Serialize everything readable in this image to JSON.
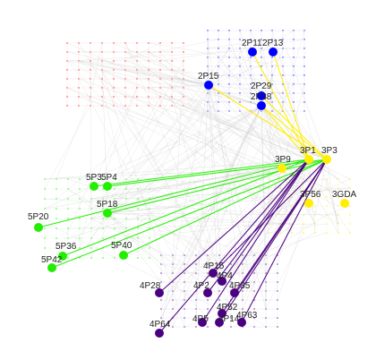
{
  "colors": {
    "background": "#ffffff",
    "red": "#ff0000",
    "blue": "#0000ff",
    "green": "#22ee00",
    "yellow": "#ffee00",
    "purple": "#4b0082",
    "gray_edge": "#cccccc"
  },
  "groups": {
    "blue": [
      "2P11",
      "2P13",
      "2P15",
      "2P29",
      "2P38"
    ],
    "yellow": [
      "3P1",
      "3P3",
      "3P9",
      "3P56",
      "3GDA"
    ],
    "green": [
      "5P3",
      "5P4",
      "5P18",
      "5P20",
      "5P36",
      "5P40",
      "5P42"
    ],
    "purple": [
      "4P15",
      "4P28",
      "4P2",
      "4P35",
      "4P4",
      "4P52",
      "4P5",
      "4P14",
      "4P63",
      "4P64"
    ]
  },
  "nodes": [
    {
      "label": "2P11",
      "group": "blue"
    },
    {
      "label": "2P13",
      "group": "blue"
    },
    {
      "label": "2P15",
      "group": "blue"
    },
    {
      "label": "2P29",
      "group": "blue"
    },
    {
      "label": "2P38",
      "group": "blue"
    },
    {
      "label": "3P1",
      "group": "yellow"
    },
    {
      "label": "3P3",
      "group": "yellow"
    },
    {
      "label": "3P9",
      "group": "yellow"
    },
    {
      "label": "3P56",
      "group": "yellow"
    },
    {
      "label": "3GDA",
      "group": "yellow"
    },
    {
      "label": "5P3",
      "group": "green"
    },
    {
      "label": "5P4",
      "group": "green"
    },
    {
      "label": "5P18",
      "group": "green"
    },
    {
      "label": "5P20",
      "group": "green"
    },
    {
      "label": "5P36",
      "group": "green"
    },
    {
      "label": "5P40",
      "group": "green"
    },
    {
      "label": "5P42",
      "group": "green"
    },
    {
      "label": "4P15",
      "group": "purple"
    },
    {
      "label": "4P28",
      "group": "purple"
    },
    {
      "label": "4P2",
      "group": "purple"
    },
    {
      "label": "4P35",
      "group": "purple"
    },
    {
      "label": "4P4",
      "group": "purple"
    },
    {
      "label": "4P52",
      "group": "purple"
    },
    {
      "label": "4P5",
      "group": "purple"
    },
    {
      "label": "4P14",
      "group": "purple"
    },
    {
      "label": "4P63",
      "group": "purple"
    },
    {
      "label": "4P64",
      "group": "purple"
    }
  ],
  "edges": [
    {
      "from": "3P1",
      "to": "2P11",
      "color": "yellow"
    },
    {
      "from": "3P1",
      "to": "2P13",
      "color": "yellow"
    },
    {
      "from": "3P3",
      "to": "2P15",
      "color": "yellow"
    },
    {
      "from": "3P3",
      "to": "2P29",
      "color": "yellow"
    },
    {
      "from": "3P3",
      "to": "2P38",
      "color": "yellow"
    },
    {
      "from": "3P1",
      "to": "2P38",
      "color": "yellow"
    },
    {
      "from": "3P1",
      "to": "5P3",
      "color": "green"
    },
    {
      "from": "3P3",
      "to": "5P4",
      "color": "green"
    },
    {
      "from": "3P3",
      "to": "5P18",
      "color": "green"
    },
    {
      "from": "3P1",
      "to": "5P20",
      "color": "green"
    },
    {
      "from": "3P1",
      "to": "5P36",
      "color": "green"
    },
    {
      "from": "3P3",
      "to": "5P40",
      "color": "green"
    },
    {
      "from": "3P3",
      "to": "5P42",
      "color": "green"
    },
    {
      "from": "3P1",
      "to": "4P28",
      "color": "purple"
    },
    {
      "from": "3P3",
      "to": "4P15",
      "color": "purple"
    },
    {
      "from": "3P1",
      "to": "4P2",
      "color": "purple"
    },
    {
      "from": "3P3",
      "to": "4P35",
      "color": "purple"
    },
    {
      "from": "3P1",
      "to": "4P4",
      "color": "purple"
    },
    {
      "from": "3P3",
      "to": "4P52",
      "color": "purple"
    },
    {
      "from": "3P1",
      "to": "4P5",
      "color": "purple"
    },
    {
      "from": "3P3",
      "to": "4P14",
      "color": "purple"
    },
    {
      "from": "3P3",
      "to": "4P63",
      "color": "purple"
    },
    {
      "from": "3P1",
      "to": "4P64",
      "color": "purple"
    }
  ]
}
